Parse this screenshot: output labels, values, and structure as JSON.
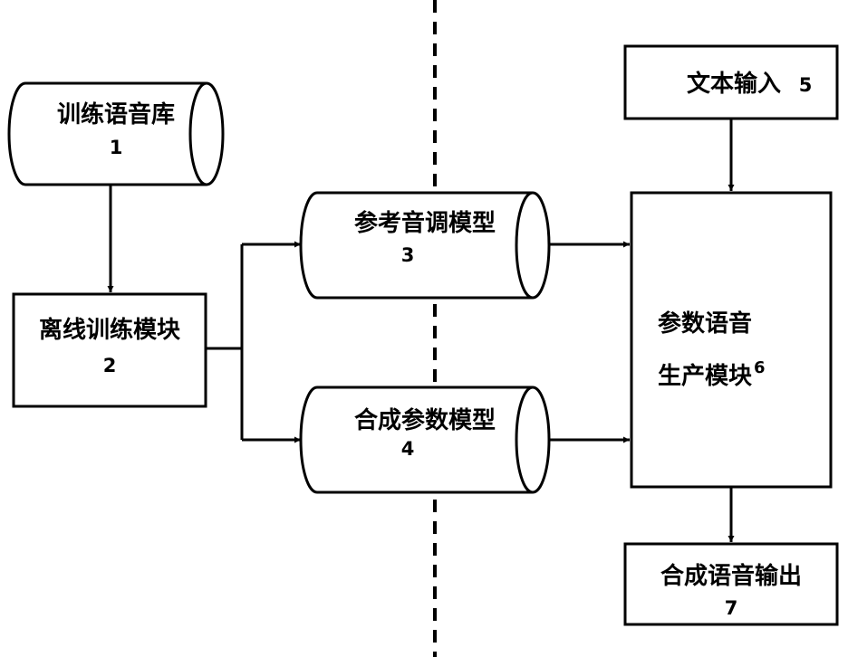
{
  "nodes": {
    "training_db": {
      "label": "训练语音库",
      "number": "1"
    },
    "offline_training": {
      "label": "离线训练模块",
      "number": "2"
    },
    "ref_tone_model": {
      "label": "参考音调模型",
      "number": "3"
    },
    "synth_param_model": {
      "label": "合成参数模型",
      "number": "4"
    },
    "text_input": {
      "label": "文本输入",
      "number": "5"
    },
    "param_speech_gen": {
      "line1": "参数语音",
      "line2": "生产模块",
      "number": "6"
    },
    "speech_output": {
      "label": "合成语音输出",
      "number": "7"
    }
  }
}
